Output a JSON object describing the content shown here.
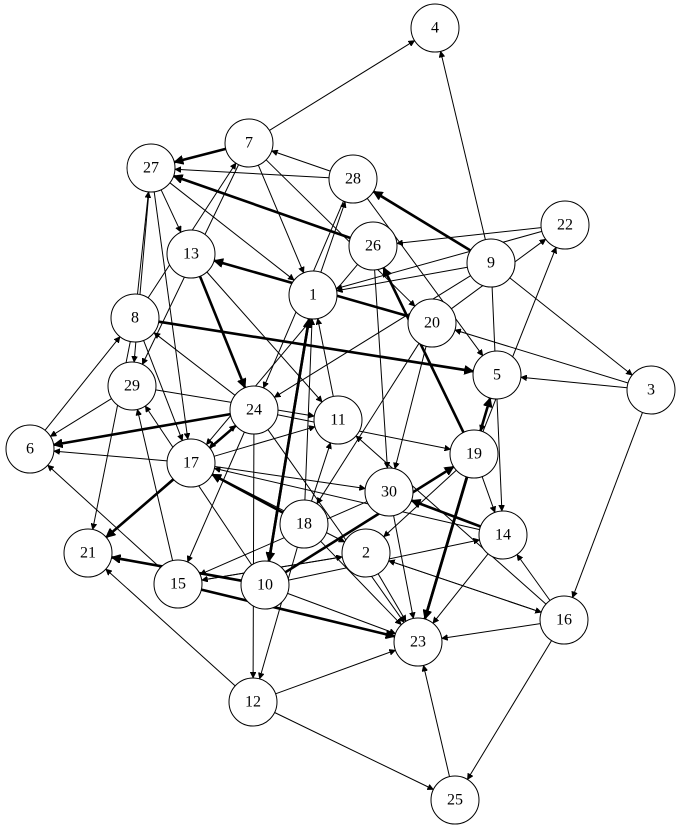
{
  "graph": {
    "directed": true,
    "nodes": [
      {
        "id": "1",
        "label": "1"
      },
      {
        "id": "2",
        "label": "2"
      },
      {
        "id": "3",
        "label": "3"
      },
      {
        "id": "4",
        "label": "4"
      },
      {
        "id": "5",
        "label": "5"
      },
      {
        "id": "6",
        "label": "6"
      },
      {
        "id": "7",
        "label": "7"
      },
      {
        "id": "8",
        "label": "8"
      },
      {
        "id": "9",
        "label": "9"
      },
      {
        "id": "10",
        "label": "10"
      },
      {
        "id": "11",
        "label": "11"
      },
      {
        "id": "12",
        "label": "12"
      },
      {
        "id": "13",
        "label": "13"
      },
      {
        "id": "14",
        "label": "14"
      },
      {
        "id": "15",
        "label": "15"
      },
      {
        "id": "16",
        "label": "16"
      },
      {
        "id": "17",
        "label": "17"
      },
      {
        "id": "18",
        "label": "18"
      },
      {
        "id": "19",
        "label": "19"
      },
      {
        "id": "20",
        "label": "20"
      },
      {
        "id": "21",
        "label": "21"
      },
      {
        "id": "22",
        "label": "22"
      },
      {
        "id": "23",
        "label": "23"
      },
      {
        "id": "24",
        "label": "24"
      },
      {
        "id": "25",
        "label": "25"
      },
      {
        "id": "26",
        "label": "26"
      },
      {
        "id": "27",
        "label": "27"
      },
      {
        "id": "28",
        "label": "28"
      },
      {
        "id": "29",
        "label": "29"
      },
      {
        "id": "30",
        "label": "30"
      }
    ],
    "edges": [
      {
        "from": "7",
        "to": "4",
        "bold": false
      },
      {
        "from": "7",
        "to": "27",
        "bold": true
      },
      {
        "from": "7",
        "to": "1",
        "bold": false
      },
      {
        "from": "7",
        "to": "29",
        "bold": false
      },
      {
        "from": "7",
        "to": "20",
        "bold": false
      },
      {
        "from": "28",
        "to": "7",
        "bold": false
      },
      {
        "from": "28",
        "to": "27",
        "bold": false
      },
      {
        "from": "28",
        "to": "24",
        "bold": false
      },
      {
        "from": "28",
        "to": "5",
        "bold": false
      },
      {
        "from": "26",
        "to": "27",
        "bold": true
      },
      {
        "from": "26",
        "to": "30",
        "bold": false
      },
      {
        "from": "26",
        "to": "17",
        "bold": false
      },
      {
        "from": "22",
        "to": "26",
        "bold": false
      },
      {
        "from": "22",
        "to": "1",
        "bold": false
      },
      {
        "from": "9",
        "to": "28",
        "bold": true
      },
      {
        "from": "9",
        "to": "4",
        "bold": false
      },
      {
        "from": "9",
        "to": "1",
        "bold": false
      },
      {
        "from": "9",
        "to": "24",
        "bold": false
      },
      {
        "from": "9",
        "to": "3",
        "bold": false
      },
      {
        "from": "9",
        "to": "14",
        "bold": false
      },
      {
        "from": "20",
        "to": "13",
        "bold": true
      },
      {
        "from": "20",
        "to": "22",
        "bold": false
      },
      {
        "from": "20",
        "to": "18",
        "bold": false
      },
      {
        "from": "20",
        "to": "30",
        "bold": false
      },
      {
        "from": "27",
        "to": "13",
        "bold": false
      },
      {
        "from": "27",
        "to": "1",
        "bold": false
      },
      {
        "from": "27",
        "to": "29",
        "bold": false
      },
      {
        "from": "27",
        "to": "17",
        "bold": false
      },
      {
        "from": "8",
        "to": "27",
        "bold": false
      },
      {
        "from": "8",
        "to": "7",
        "bold": false
      },
      {
        "from": "8",
        "to": "5",
        "bold": true
      },
      {
        "from": "8",
        "to": "21",
        "bold": false
      },
      {
        "from": "8",
        "to": "17",
        "bold": false
      },
      {
        "from": "13",
        "to": "24",
        "bold": true
      },
      {
        "from": "13",
        "to": "11",
        "bold": false
      },
      {
        "from": "1",
        "to": "28",
        "bold": false
      },
      {
        "from": "1",
        "to": "10",
        "bold": true
      },
      {
        "from": "10",
        "to": "1",
        "bold": true
      },
      {
        "from": "18",
        "to": "1",
        "bold": false
      },
      {
        "from": "11",
        "to": "1",
        "bold": false
      },
      {
        "from": "3",
        "to": "5",
        "bold": false
      },
      {
        "from": "3",
        "to": "20",
        "bold": false
      },
      {
        "from": "3",
        "to": "16",
        "bold": false
      },
      {
        "from": "19",
        "to": "26",
        "bold": true
      },
      {
        "from": "19",
        "to": "22",
        "bold": false
      },
      {
        "from": "19",
        "to": "14",
        "bold": false
      },
      {
        "from": "19",
        "to": "23",
        "bold": true
      },
      {
        "from": "19",
        "to": "2",
        "bold": false
      },
      {
        "from": "5",
        "to": "19",
        "bold": false
      },
      {
        "from": "23",
        "to": "5",
        "bold": true
      },
      {
        "from": "29",
        "to": "6",
        "bold": false
      },
      {
        "from": "29",
        "to": "11",
        "bold": false
      },
      {
        "from": "15",
        "to": "29",
        "bold": false
      },
      {
        "from": "10",
        "to": "29",
        "bold": false
      },
      {
        "from": "24",
        "to": "6",
        "bold": true
      },
      {
        "from": "24",
        "to": "21",
        "bold": true
      },
      {
        "from": "24",
        "to": "17",
        "bold": false
      },
      {
        "from": "24",
        "to": "8",
        "bold": false
      },
      {
        "from": "24",
        "to": "12",
        "bold": false
      },
      {
        "from": "24",
        "to": "15",
        "bold": false
      },
      {
        "from": "24",
        "to": "19",
        "bold": false
      },
      {
        "from": "24",
        "to": "23",
        "bold": false
      },
      {
        "from": "17",
        "to": "24",
        "bold": false
      },
      {
        "from": "17",
        "to": "6",
        "bold": false
      },
      {
        "from": "17",
        "to": "21",
        "bold": false
      },
      {
        "from": "17",
        "to": "11",
        "bold": false
      },
      {
        "from": "17",
        "to": "30",
        "bold": false
      },
      {
        "from": "17",
        "to": "2",
        "bold": false
      },
      {
        "from": "18",
        "to": "17",
        "bold": true
      },
      {
        "from": "18",
        "to": "11",
        "bold": false
      },
      {
        "from": "18",
        "to": "12",
        "bold": false
      },
      {
        "from": "18",
        "to": "23",
        "bold": false
      },
      {
        "from": "30",
        "to": "15",
        "bold": false
      },
      {
        "from": "30",
        "to": "23",
        "bold": false
      },
      {
        "from": "14",
        "to": "30",
        "bold": true
      },
      {
        "from": "14",
        "to": "17",
        "bold": false
      },
      {
        "from": "14",
        "to": "23",
        "bold": false
      },
      {
        "from": "2",
        "to": "15",
        "bold": false
      },
      {
        "from": "2",
        "to": "23",
        "bold": false
      },
      {
        "from": "2",
        "to": "16",
        "bold": false
      },
      {
        "from": "10",
        "to": "21",
        "bold": true
      },
      {
        "from": "10",
        "to": "19",
        "bold": true
      },
      {
        "from": "10",
        "to": "14",
        "bold": false
      },
      {
        "from": "10",
        "to": "23",
        "bold": false
      },
      {
        "from": "15",
        "to": "2",
        "bold": false
      },
      {
        "from": "15",
        "to": "23",
        "bold": true
      },
      {
        "from": "15",
        "to": "6",
        "bold": false
      },
      {
        "from": "16",
        "to": "2",
        "bold": false
      },
      {
        "from": "16",
        "to": "14",
        "bold": false
      },
      {
        "from": "16",
        "to": "23",
        "bold": false
      },
      {
        "from": "16",
        "to": "25",
        "bold": false
      },
      {
        "from": "16",
        "to": "11",
        "bold": false
      },
      {
        "from": "12",
        "to": "21",
        "bold": false
      },
      {
        "from": "12",
        "to": "23",
        "bold": false
      },
      {
        "from": "12",
        "to": "25",
        "bold": false
      },
      {
        "from": "25",
        "to": "23",
        "bold": false
      },
      {
        "from": "6",
        "to": "8",
        "bold": false
      }
    ]
  }
}
